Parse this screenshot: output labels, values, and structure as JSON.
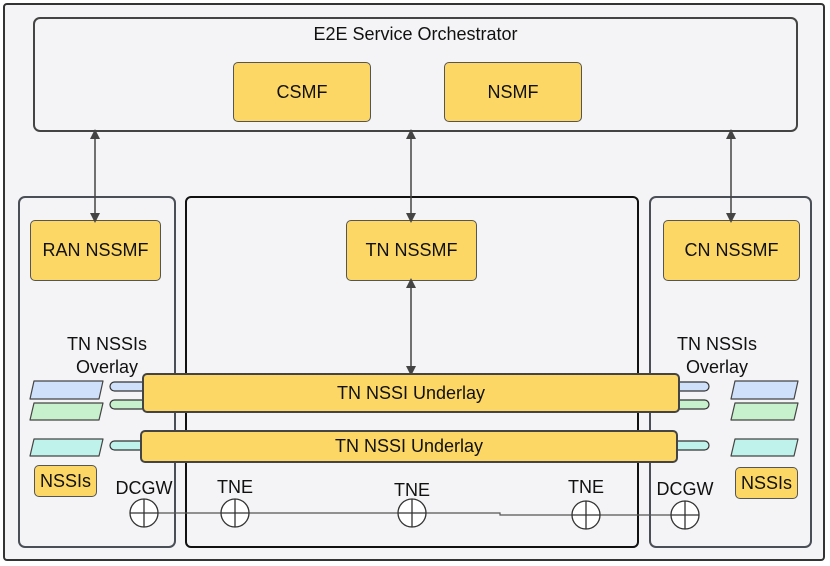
{
  "orchestrator": {
    "title": "E2E Service Orchestrator",
    "csmf": "CSMF",
    "nsmf": "NSMF"
  },
  "ran": {
    "nssmf": "RAN NSSMF",
    "overlay_line1": "TN NSSIs",
    "overlay_line2": "Overlay",
    "nssis": "NSSIs",
    "dcgw": "DCGW"
  },
  "tn": {
    "nssmf": "TN NSSMF",
    "underlay_top": "TN NSSI Underlay",
    "underlay_bottom": "TN NSSI Underlay",
    "tne": "TNE"
  },
  "cn": {
    "nssmf": "CN NSSMF",
    "overlay_line1": "TN NSSIs",
    "overlay_line2": "Overlay",
    "nssis": "NSSIs",
    "dcgw": "DCGW"
  },
  "colors": {
    "box_fill": "#fcd765",
    "overlay_blue": "#cfe0fb",
    "overlay_green": "#c7f0cc",
    "overlay_teal": "#bff2ea"
  }
}
